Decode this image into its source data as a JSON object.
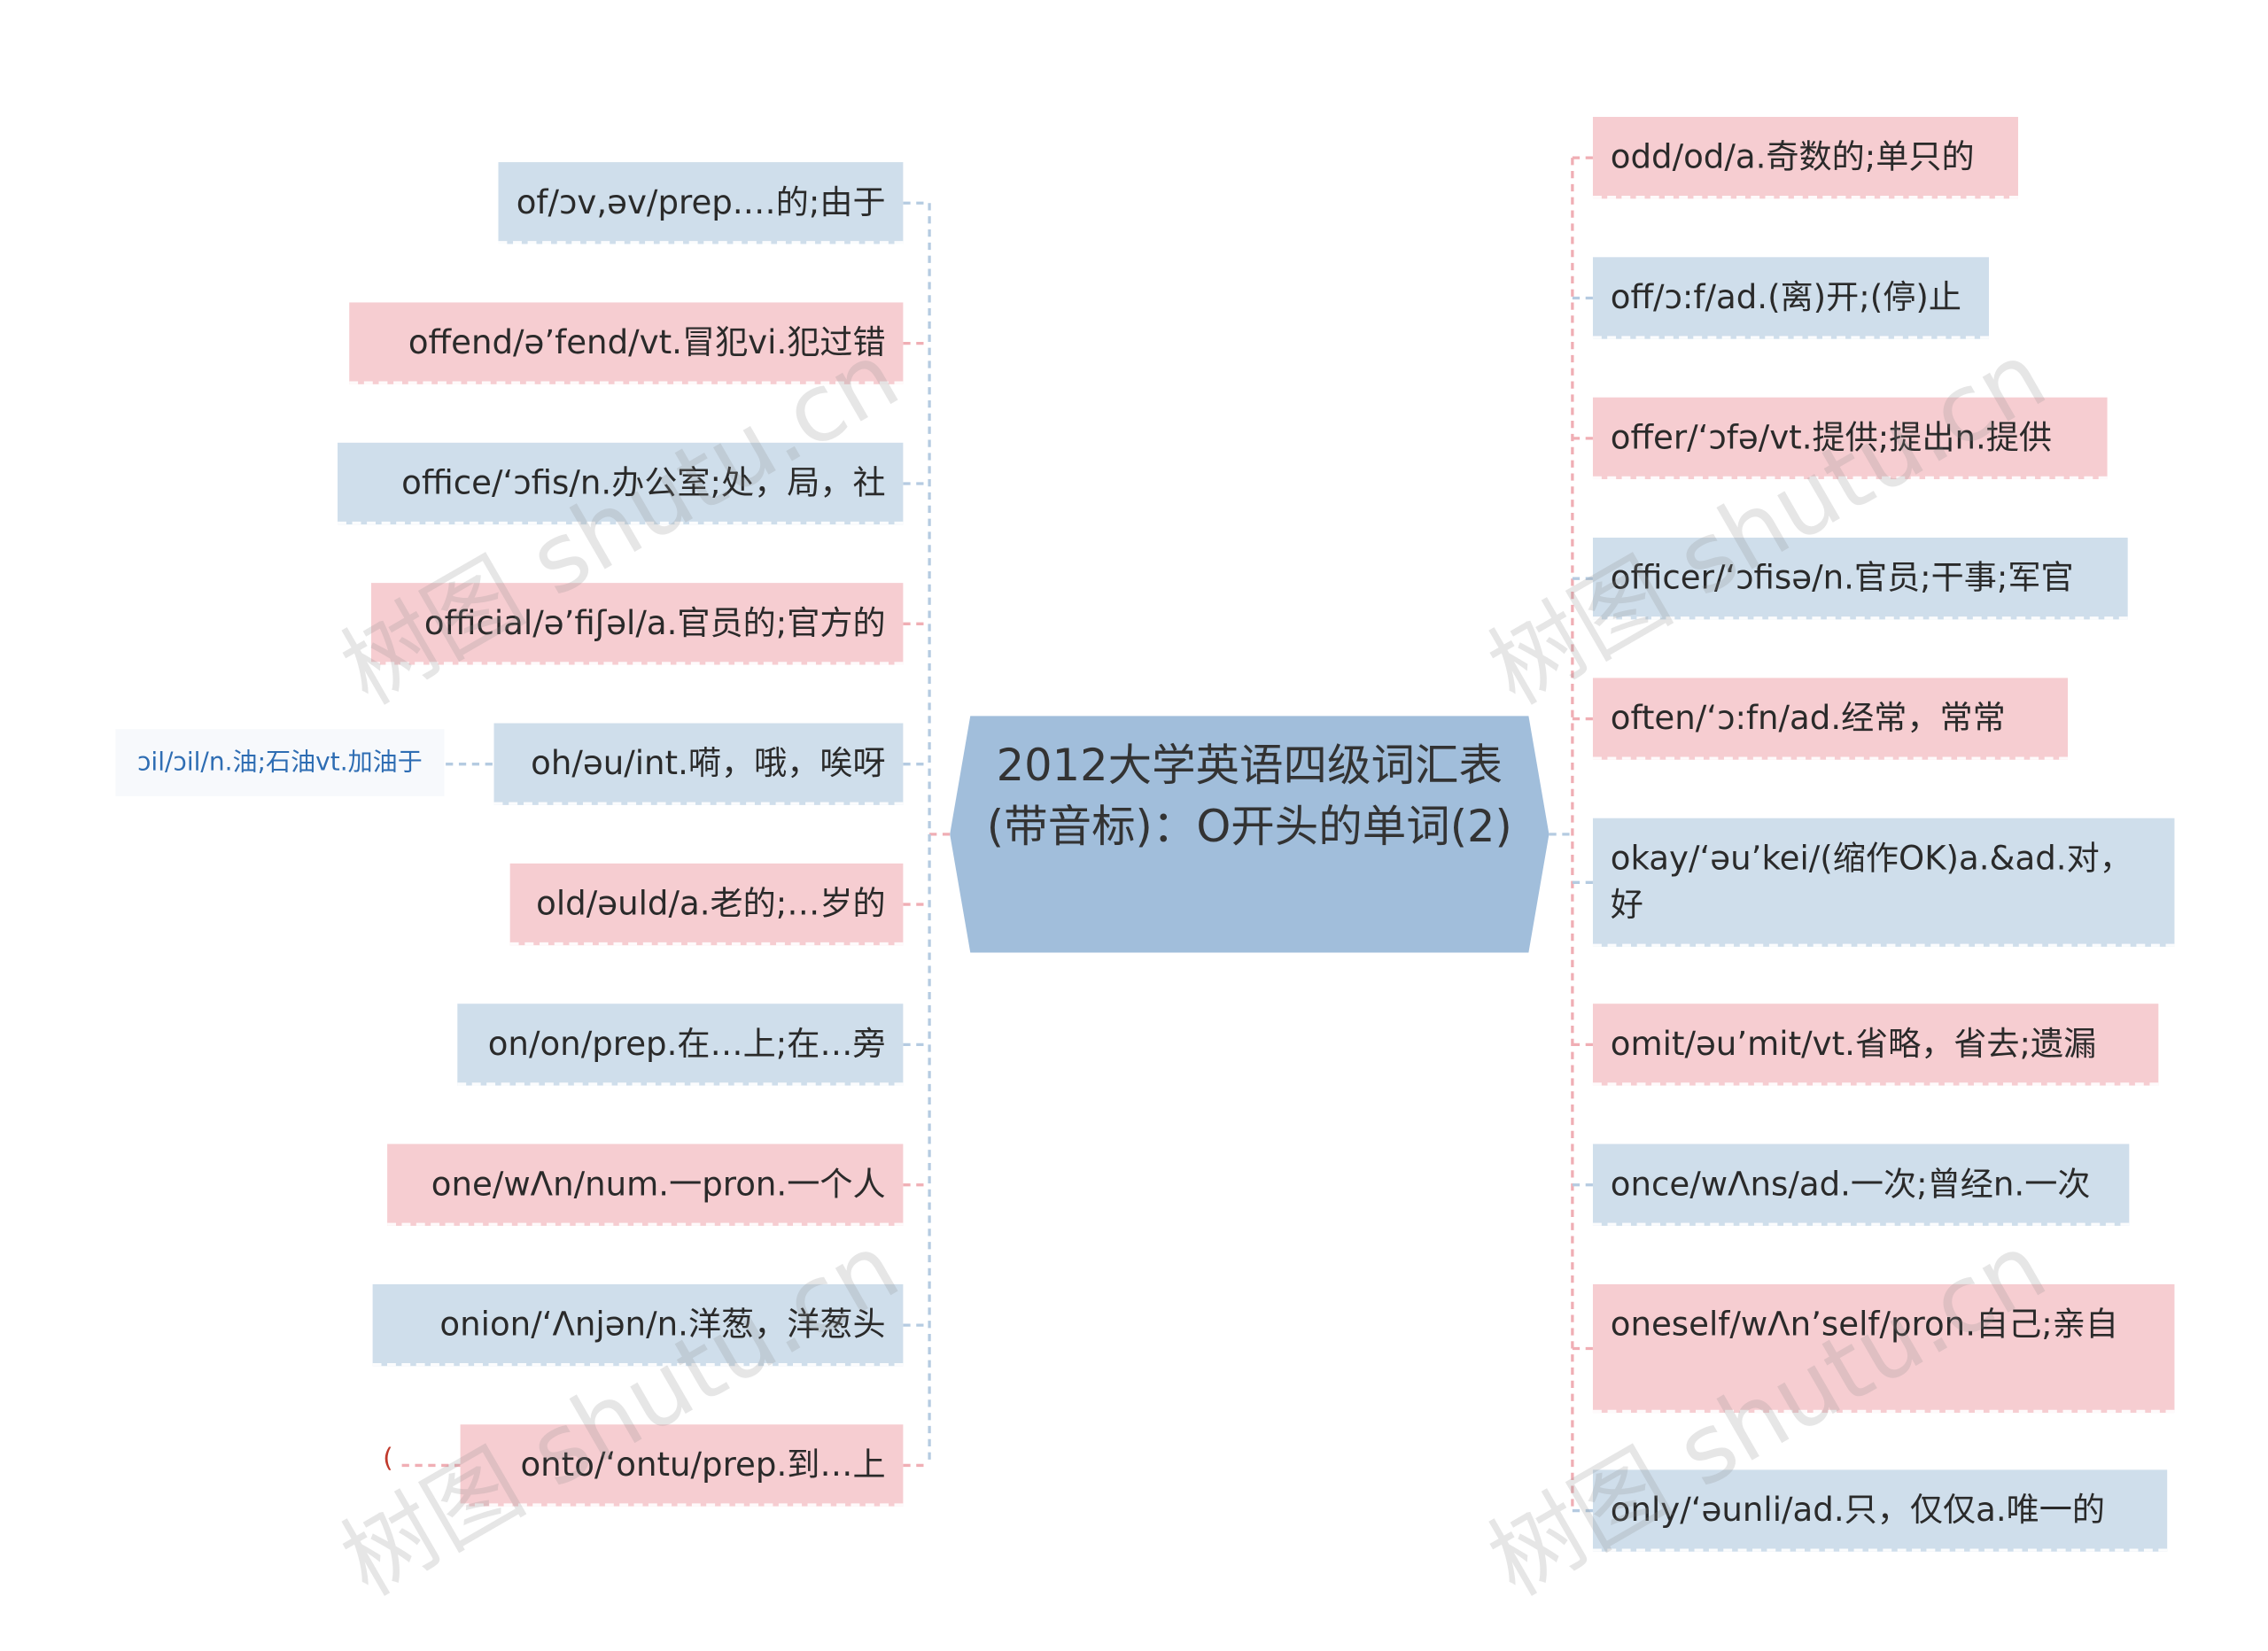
{
  "center": {
    "title": "2012大学英语四级词汇表(带音标)：O开头的单词(2)"
  },
  "left_nodes": [
    {
      "text": "of/ɔv,əv/prep.…的;由于",
      "color": "blue"
    },
    {
      "text": "offend/ə’fend/vt.冒犯vi.犯过错",
      "color": "pink"
    },
    {
      "text": "office/‘ɔfis/n.办公室;处，局，社",
      "color": "blue"
    },
    {
      "text": "official/ə’fiʃəl/a.官员的;官方的",
      "color": "pink"
    },
    {
      "text": "oh/əu/int.嗬，哦，唉呀",
      "color": "blue"
    },
    {
      "text": "old/əuld/a.老的;…岁的",
      "color": "pink"
    },
    {
      "text": "on/on/prep.在…上;在…旁",
      "color": "blue"
    },
    {
      "text": "one/wΛn/num.一pron.一个人",
      "color": "pink"
    },
    {
      "text": "onion/‘Λnjən/n.洋葱，洋葱头",
      "color": "blue"
    },
    {
      "text": "onto/‘ontu/prep.到…上",
      "color": "pink"
    }
  ],
  "right_nodes": [
    {
      "text": "odd/od/a.奇数的;单只的",
      "color": "pink"
    },
    {
      "text": "off/ɔ:f/ad.(离)开;(停)止",
      "color": "blue"
    },
    {
      "text": "offer/‘ɔfə/vt.提供;提出n.提供",
      "color": "pink"
    },
    {
      "text": "officer/‘ɔfisə/n.官员;干事;军官",
      "color": "blue"
    },
    {
      "text": "often/‘ɔ:fn/ad.经常，常常",
      "color": "pink"
    },
    {
      "text": "okay/‘əu’kei/(缩作OK)a.&ad.对，好",
      "color": "blue"
    },
    {
      "text": "omit/əu’mit/vt.省略，省去;遗漏",
      "color": "pink"
    },
    {
      "text": "once/wΛns/ad.一次;曾经n.一次",
      "color": "blue"
    },
    {
      "text": "oneself/wΛn’self/pron.自己;亲自",
      "color": "pink"
    },
    {
      "text": "only/‘əunli/ad.只，仅仅a.唯一的",
      "color": "blue"
    }
  ],
  "side_note": {
    "text": "ɔil/ɔil/n.油;石油vt.加油于"
  },
  "onto_marker": {
    "text": "("
  },
  "watermark": {
    "text": "树图 shutu.cn"
  },
  "colors": {
    "pink_fill": "#f6cdd1",
    "blue_fill": "#cfdeeb",
    "center_fill": "#a1bedb",
    "pink_line": "#f0aeb4",
    "blue_line": "#b5cbe1"
  }
}
